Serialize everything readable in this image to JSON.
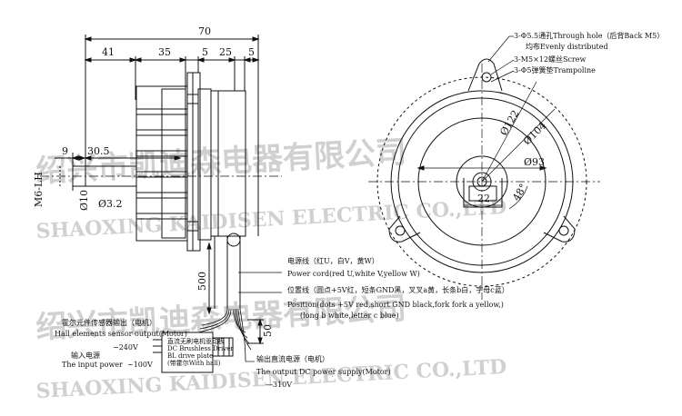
{
  "watermark": {
    "cn_line1": "绍兴市凯迪森电器有限公司",
    "en_line1": "SHAOXING KAIDISEN ELECTRIC CO.,LTD",
    "cn_line2": "绍兴市凯迪森电器有限公司",
    "en_line2": "SHAOXING KAIDISEN ELECTRIC CO.,LTD"
  },
  "dimensions": {
    "overall_width": "70",
    "shaft_length": "41",
    "d35": "35",
    "d5a": "5",
    "d25": "25",
    "d5b": "5",
    "d9": "9",
    "d30_5": "30.5",
    "thread": "M6-LH",
    "shaft_dia": "Ø10",
    "flat_dia": "Ø3.2",
    "cable_len": "500",
    "board_h": "50",
    "dia122": "Ø122",
    "dia104": "Ø104",
    "dia93": "Ø93",
    "d22": "22",
    "angle": "48°"
  },
  "callouts": {
    "hole": "3-Φ5.5通孔Through hole（后背Back M5）",
    "evenly": "均布Evenly distributed",
    "screw": "3-M5×12螺丝Screw",
    "trampoline": "3-Φ5弹簧垫Trampoline"
  },
  "wires": {
    "power_cn": "电源线（红U，白V，黄W）",
    "power_en": "Power cord(red U,white V,yellow W)",
    "position_cn": "位置线（圆点+5V红，短条GND黑，叉叉a黄，长条b白，字母c蓝）",
    "position_en1": "Position(dots +5V red,short GND black,fork fork a yellow,)",
    "position_en2": "(long b white,letter c blue)"
  },
  "labels": {
    "hall_cn": "霍尔元件传感器输出（电机）",
    "hall_en": "Hall elements sensor output(Motor)",
    "input_cn": "输入电源",
    "input_v1": "~240V",
    "input_en": "The input power",
    "input_v2": "~100V",
    "output_cn": "输出直流电源（电机）",
    "output_en": "The output DC power supply(Motor)",
    "output_v": "—310V"
  },
  "board_text": {
    "line1": "直流无刷电机驱动板",
    "line2": "DC Brushless Driver",
    "line3": "BL drive plate",
    "line4": "(带霍尔With hall)"
  }
}
